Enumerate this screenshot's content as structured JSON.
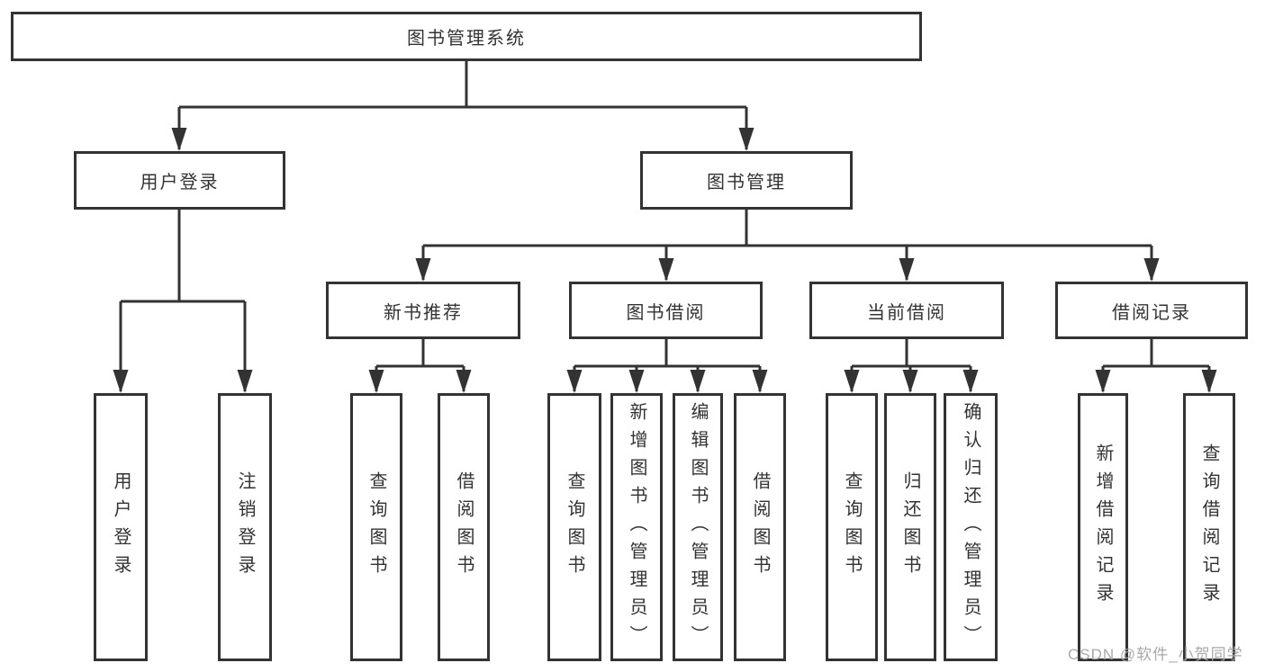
{
  "tree": {
    "root": "图书管理系统",
    "branches": [
      {
        "label": "用户登录",
        "children": [
          "用户登录",
          "注销登录"
        ]
      },
      {
        "label": "图书管理",
        "groups": [
          {
            "label": "新书推荐",
            "children": [
              "查询图书",
              "借阅图书"
            ]
          },
          {
            "label": "图书借阅",
            "children": [
              "查询图书",
              "新增图书（管理员）",
              "编辑图书（管理员）",
              "借阅图书"
            ]
          },
          {
            "label": "当前借阅",
            "children": [
              "查询图书",
              "归还图书",
              "确认归还（管理员）"
            ]
          },
          {
            "label": "借阅记录",
            "children": [
              "新增借阅记录",
              "查询借阅记录"
            ]
          }
        ]
      }
    ]
  },
  "watermark": "CSDN @软件_小贺同学",
  "colors": {
    "line": "#333333",
    "text": "#333333",
    "box_background": "#ffffff",
    "watermark": "#a9a9a9",
    "page_background": "#ffffff"
  }
}
